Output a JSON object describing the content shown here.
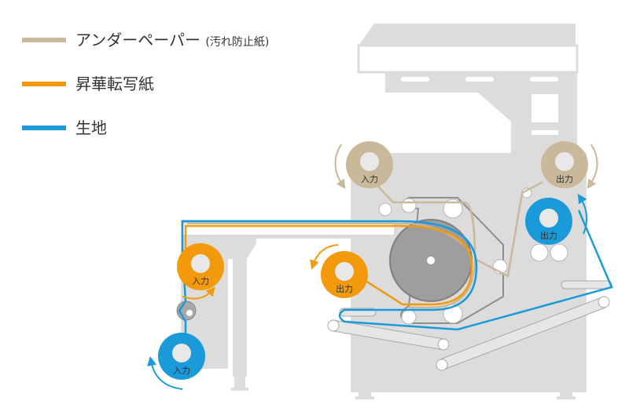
{
  "colors": {
    "under_paper": "#C9B89A",
    "transfer_paper": "#F29A0C",
    "fabric": "#1A9AD9",
    "machine": "#DCDCDC",
    "machine_dark": "#B9B9B9",
    "roll_core": "#E6E6E6",
    "drum": "#9E9E9E",
    "tan_arrow": "#C9B89A"
  },
  "legend": [
    {
      "label": "アンダーペーパー",
      "note": "(汚れ防止紙)",
      "color_key": "under_paper"
    },
    {
      "label": "昇華転写紙",
      "note": "",
      "color_key": "transfer_paper"
    },
    {
      "label": "生地",
      "note": "",
      "color_key": "fabric"
    }
  ],
  "roll_labels": {
    "under_in": "入力",
    "under_out": "出力",
    "fabric_out": "出力",
    "paper_in": "入力",
    "paper_out": "出力",
    "fabric_in": "入力"
  }
}
